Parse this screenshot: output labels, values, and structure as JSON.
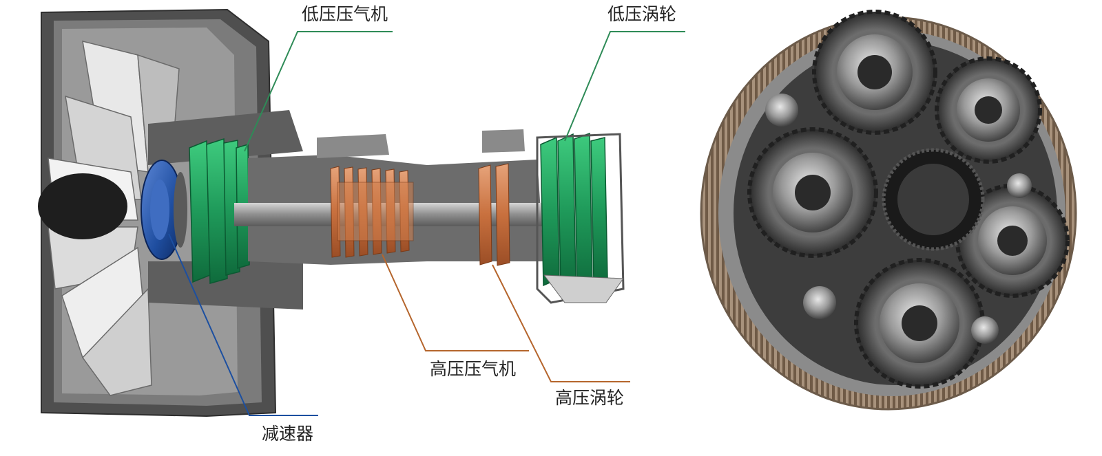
{
  "labels": {
    "lp_compressor": "低压压气机",
    "lp_turbine": "低压涡轮",
    "hp_compressor": "高压压气机",
    "hp_turbine": "高压涡轮",
    "gearbox": "减速器"
  },
  "colors": {
    "lp_green": "#1f9a5a",
    "hp_copper": "#c8703e",
    "gearbox_blue": "#1f4ea0",
    "casing_gray": "#5a5a5a",
    "leader_green": "#2e8b57",
    "leader_orange": "#b5652c",
    "leader_blue": "#1c4fa0"
  }
}
